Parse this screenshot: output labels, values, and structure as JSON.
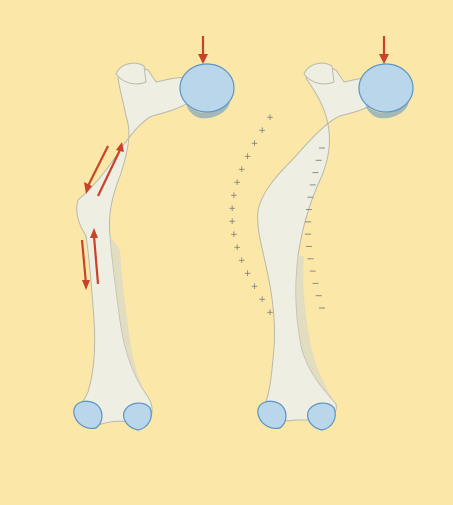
{
  "figure": {
    "background_color": "#fbe7a8",
    "frame_color": "#ffffff",
    "bone_color": "#efeee3",
    "bone_shadow_color": "#d8d8cb",
    "cartilage_color": "#b9d6ea",
    "cartilage_edge_color": "#5b94c3",
    "arrow_color": "#c8432a",
    "plus_mark_color": "#777777",
    "minus_mark_color": "#8a8a8a"
  },
  "left_femur": {
    "load_arrow_icon": "down-arrow",
    "strain_arrows_icon": "paired-arrows"
  },
  "right_femur": {
    "load_arrow_icon": "down-arrow",
    "tension_marks": "+",
    "compression_marks": "-"
  }
}
